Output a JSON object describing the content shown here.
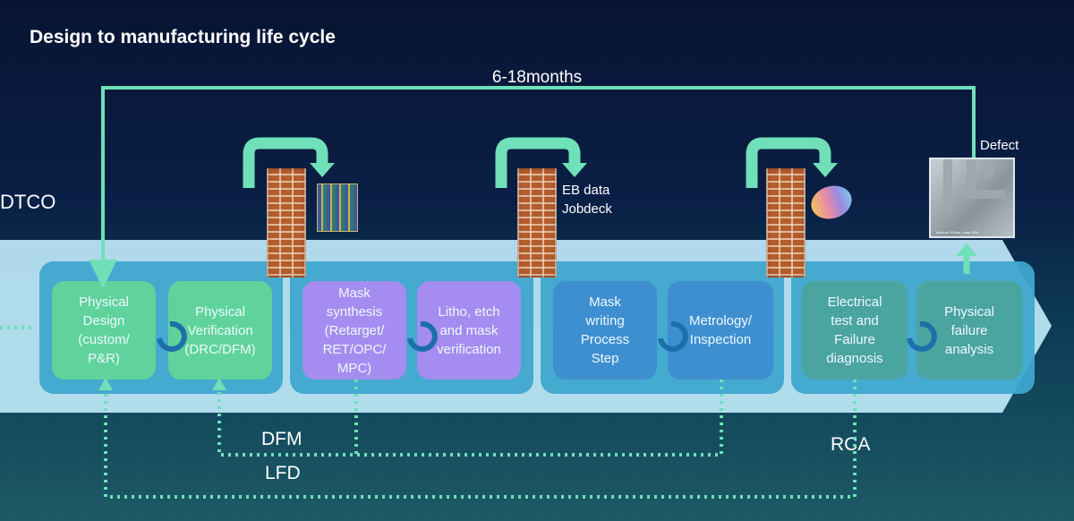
{
  "header": {
    "title": "Design to manufacturing life cycle"
  },
  "left_label": "DTCO",
  "cycle_time": "6-18months",
  "stages": [
    {
      "lines": [
        "Physical",
        "Design",
        "(custom/",
        "P&R)"
      ]
    },
    {
      "lines": [
        "Physical",
        "Verification",
        "(DRC/DFM)"
      ]
    },
    {
      "lines": [
        "Mask",
        "synthesis",
        "(Retarget/",
        "RET/OPC/",
        "MPC)"
      ]
    },
    {
      "lines": [
        "Litho, etch",
        "and mask",
        "verification"
      ]
    },
    {
      "lines": [
        "Mask",
        "writing",
        "Process",
        "Step"
      ]
    },
    {
      "lines": [
        "Metrology/",
        "Inspection"
      ]
    },
    {
      "lines": [
        "Electrical",
        "test and",
        "Failure",
        "diagnosis"
      ]
    },
    {
      "lines": [
        "Physical",
        "failure",
        "analysis"
      ]
    }
  ],
  "handoff_labels": {
    "eb_data": "EB data",
    "jobdeck": "Jobdeck",
    "defect": "Defect"
  },
  "feedback_loops": {
    "dfm": "DFM",
    "lfd": "LFD",
    "rca": "RCA"
  },
  "sem_image_caption": "defocus 300nm, dose 10%",
  "colors": {
    "arrow": "#6fe0b8",
    "design": "#5fd39b",
    "mask_synthesis": "#a58cf0",
    "mask_writing": "#3e8fd0",
    "test": "#4aa4a0",
    "wall": "#b55c2d"
  },
  "icons": [
    "brick-wall-icon",
    "cycle-arrow-icon",
    "chip-layout-icon",
    "wafer-icon",
    "sem-defect-image"
  ]
}
